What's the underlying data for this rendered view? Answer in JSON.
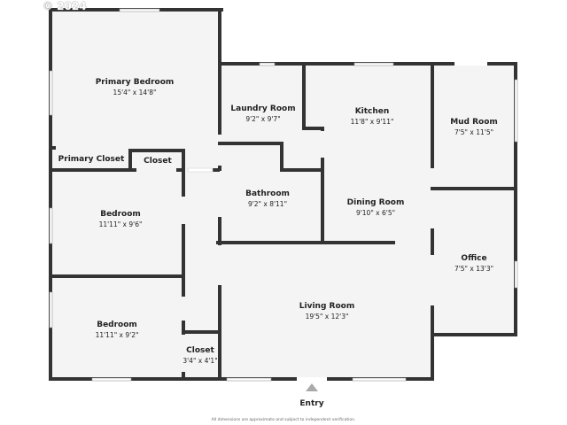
{
  "copyright": "© 2024",
  "rooms": [
    {
      "name": "Primary Bedroom",
      "dim": "15'4\" x 14'8\""
    },
    {
      "name": "Laundry Room",
      "dim": "9'2\" x 9'7\""
    },
    {
      "name": "Kitchen",
      "dim": "11'8\" x 9'11\""
    },
    {
      "name": "Mud Room",
      "dim": "7'5\" x 11'5\""
    },
    {
      "name": "Primary Closet",
      "dim": ""
    },
    {
      "name": "Closet",
      "dim": ""
    },
    {
      "name": "Bathroom",
      "dim": "9'2\" x 8'11\""
    },
    {
      "name": "Dining Room",
      "dim": "9'10\" x 6'5\""
    },
    {
      "name": "Bedroom",
      "dim": "11'11\" x 9'6\""
    },
    {
      "name": "Office",
      "dim": "7'5\" x 13'3\""
    },
    {
      "name": "Living Room",
      "dim": "19'5\" x 12'3\""
    },
    {
      "name": "Bedroom",
      "dim": "11'11\" x 9'2\""
    },
    {
      "name": "Closet",
      "dim": "3'4\" x 4'1\""
    }
  ],
  "entry_label": "Entry",
  "disclaimer": "All dimensions are approximate and subject to independent verification.",
  "colors": {
    "wall": "#333333",
    "floor": "#f4f4f4",
    "window": "#ffffff",
    "entry_arrow": "#aaaaaa"
  }
}
